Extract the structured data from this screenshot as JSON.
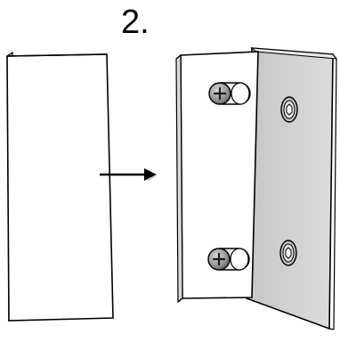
{
  "step": {
    "number": "2."
  },
  "figure": {
    "parts": [
      {
        "name": "loose-panel",
        "icon": "flat-panel"
      },
      {
        "name": "direction-arrow",
        "icon": "arrow-right-icon"
      },
      {
        "name": "angle-bracket-assembly",
        "icon": "l-bracket"
      },
      {
        "name": "top-cam-fitting",
        "icon": "phillips-screw-icon"
      },
      {
        "name": "bottom-cam-fitting",
        "icon": "phillips-screw-icon"
      },
      {
        "name": "top-hex-socket",
        "icon": "hex-socket-icon"
      },
      {
        "name": "bottom-hex-socket",
        "icon": "hex-socket-icon"
      }
    ],
    "colors": {
      "panel_face": "#ffffff",
      "panel_edge": "#d9d9d9",
      "bracket_side": "#d4d4d4",
      "outline": "#000000",
      "shadow": "#bdbdbd",
      "fitting_metal": "#8c8c8c"
    }
  }
}
